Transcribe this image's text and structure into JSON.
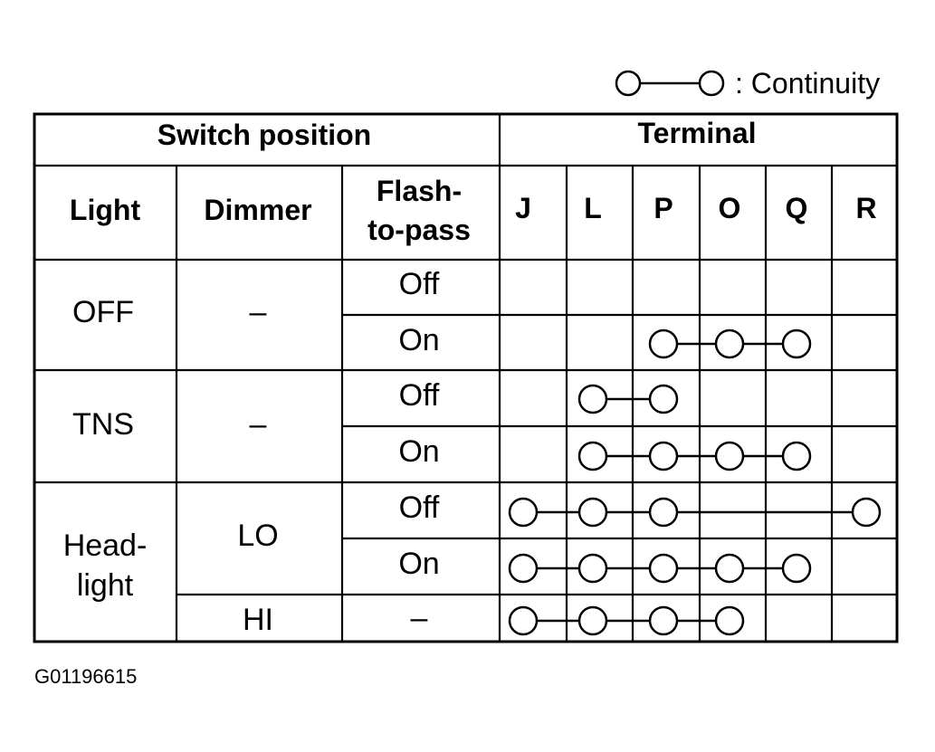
{
  "legend": {
    "label": ": Continuity"
  },
  "headers": {
    "switch_position": "Switch position",
    "terminal": "Terminal",
    "light": "Light",
    "dimmer": "Dimmer",
    "flash_line1": "Flash-",
    "flash_line2": "to-pass"
  },
  "terminals": [
    "J",
    "L",
    "P",
    "O",
    "Q",
    "R"
  ],
  "groups": [
    {
      "light": "OFF",
      "light_line2": "",
      "dimmer": "–"
    },
    {
      "light": "TNS",
      "light_line2": "",
      "dimmer": "–"
    },
    {
      "light": "Head-",
      "light_line2": "light",
      "dimmer": "LO"
    }
  ],
  "rows": [
    {
      "flash": "Off",
      "connections": []
    },
    {
      "flash": "On",
      "connections": [
        "P",
        "O",
        "Q"
      ]
    },
    {
      "flash": "Off",
      "connections": [
        "L",
        "P"
      ]
    },
    {
      "flash": "On",
      "connections": [
        "L",
        "P",
        "O",
        "Q"
      ]
    },
    {
      "flash": "Off",
      "connections": [
        "J",
        "L",
        "P",
        "R"
      ]
    },
    {
      "flash": "On",
      "connections": [
        "J",
        "L",
        "P",
        "O",
        "Q"
      ]
    },
    {
      "flash": "–",
      "dimmer": "HI",
      "connections": [
        "J",
        "L",
        "P",
        "O"
      ]
    }
  ],
  "figure_code": "G01196615"
}
